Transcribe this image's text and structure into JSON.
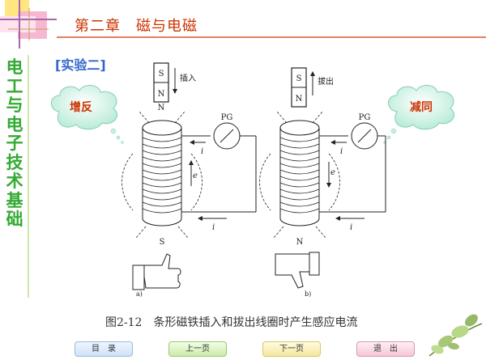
{
  "header": {
    "chapter_title": "第二章　磁与电磁"
  },
  "sidebar": {
    "course_title": "电工与电子技术基础"
  },
  "section": {
    "label": "[实验二]"
  },
  "clouds": {
    "left_text": "增反",
    "right_text": "减同"
  },
  "figure": {
    "left": {
      "magnet_top": "S",
      "magnet_bottom": "N",
      "action": "插入",
      "coil_top_pole": "N",
      "coil_bottom_pole": "S",
      "meter": "PG",
      "current": "i",
      "emf": "e",
      "sublabel": "a)"
    },
    "right": {
      "magnet_top": "S",
      "magnet_bottom": "N",
      "action": "拔出",
      "coil_bottom_pole": "N",
      "meter": "PG",
      "current": "i",
      "emf": "e",
      "sublabel": "b)"
    }
  },
  "caption": "图2-12　条形磁铁插入和拔出线圈时产生感应电流",
  "nav": {
    "contents": "目　录",
    "prev": "上一页",
    "next": "下一页",
    "exit": "退　出"
  },
  "colors": {
    "title": "#cc3300",
    "sidebar": "#33aa33",
    "section": "#3366cc"
  }
}
